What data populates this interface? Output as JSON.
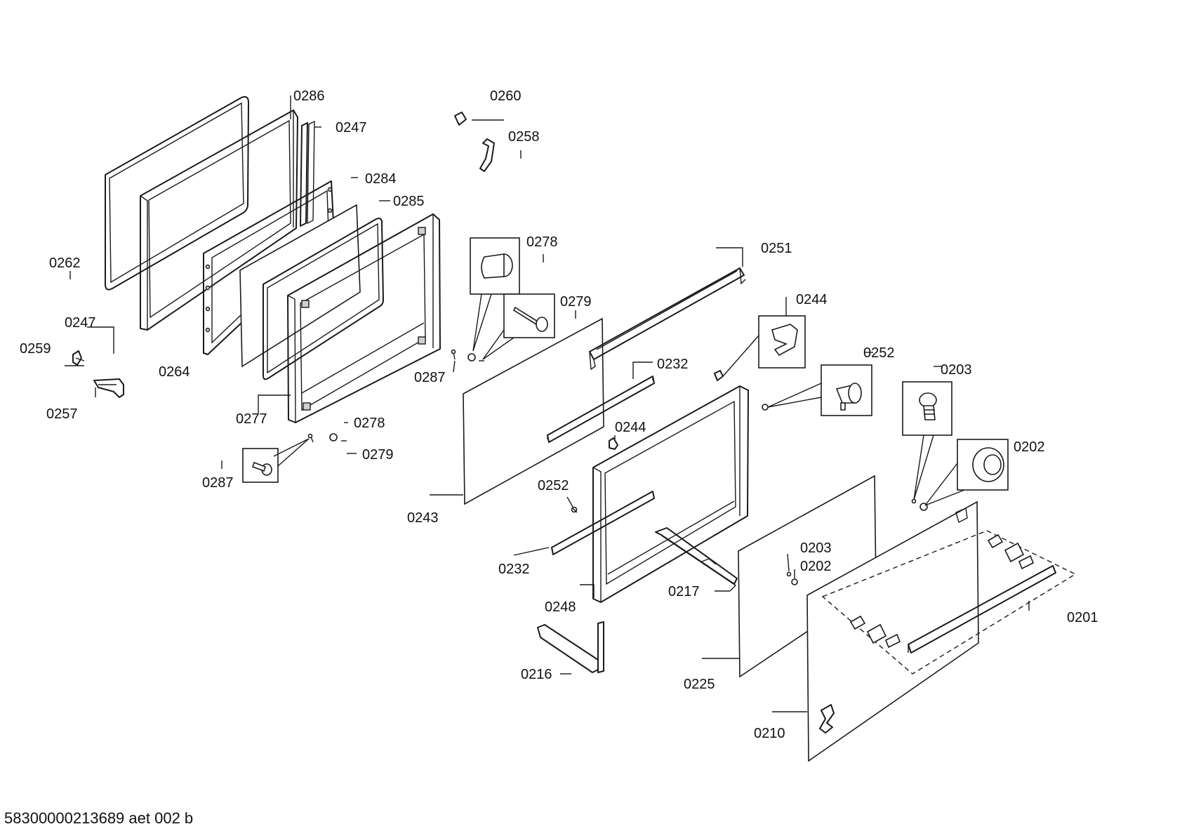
{
  "diagram": {
    "labels": {
      "l0286": "0286",
      "l0260": "0260",
      "l0247a": "0247",
      "l0258": "0258",
      "l0284": "0284",
      "l0285": "0285",
      "l0278a": "0278",
      "l0251": "0251",
      "l0262": "0262",
      "l0279a": "0279",
      "l0244a": "0244",
      "l0247b": "0247",
      "l0259": "0259",
      "l0252a": "0252",
      "l0264": "0264",
      "l0287a": "0287",
      "l0232a": "0232",
      "l0203a": "0203",
      "l0257": "0257",
      "l0277": "0277",
      "l0278b": "0278",
      "l0244b": "0244",
      "l0202a": "0202",
      "l0279b": "0279",
      "l0287b": "0287",
      "l0252b": "0252",
      "l0243": "0243",
      "l0203b": "0203",
      "l0232b": "0232",
      "l0202b": "0202",
      "l0217": "0217",
      "l0248": "0248",
      "l0201": "0201",
      "l0216": "0216",
      "l0225": "0225",
      "l0210": "0210"
    },
    "document_id": "58300000213689 aet 002 b"
  }
}
